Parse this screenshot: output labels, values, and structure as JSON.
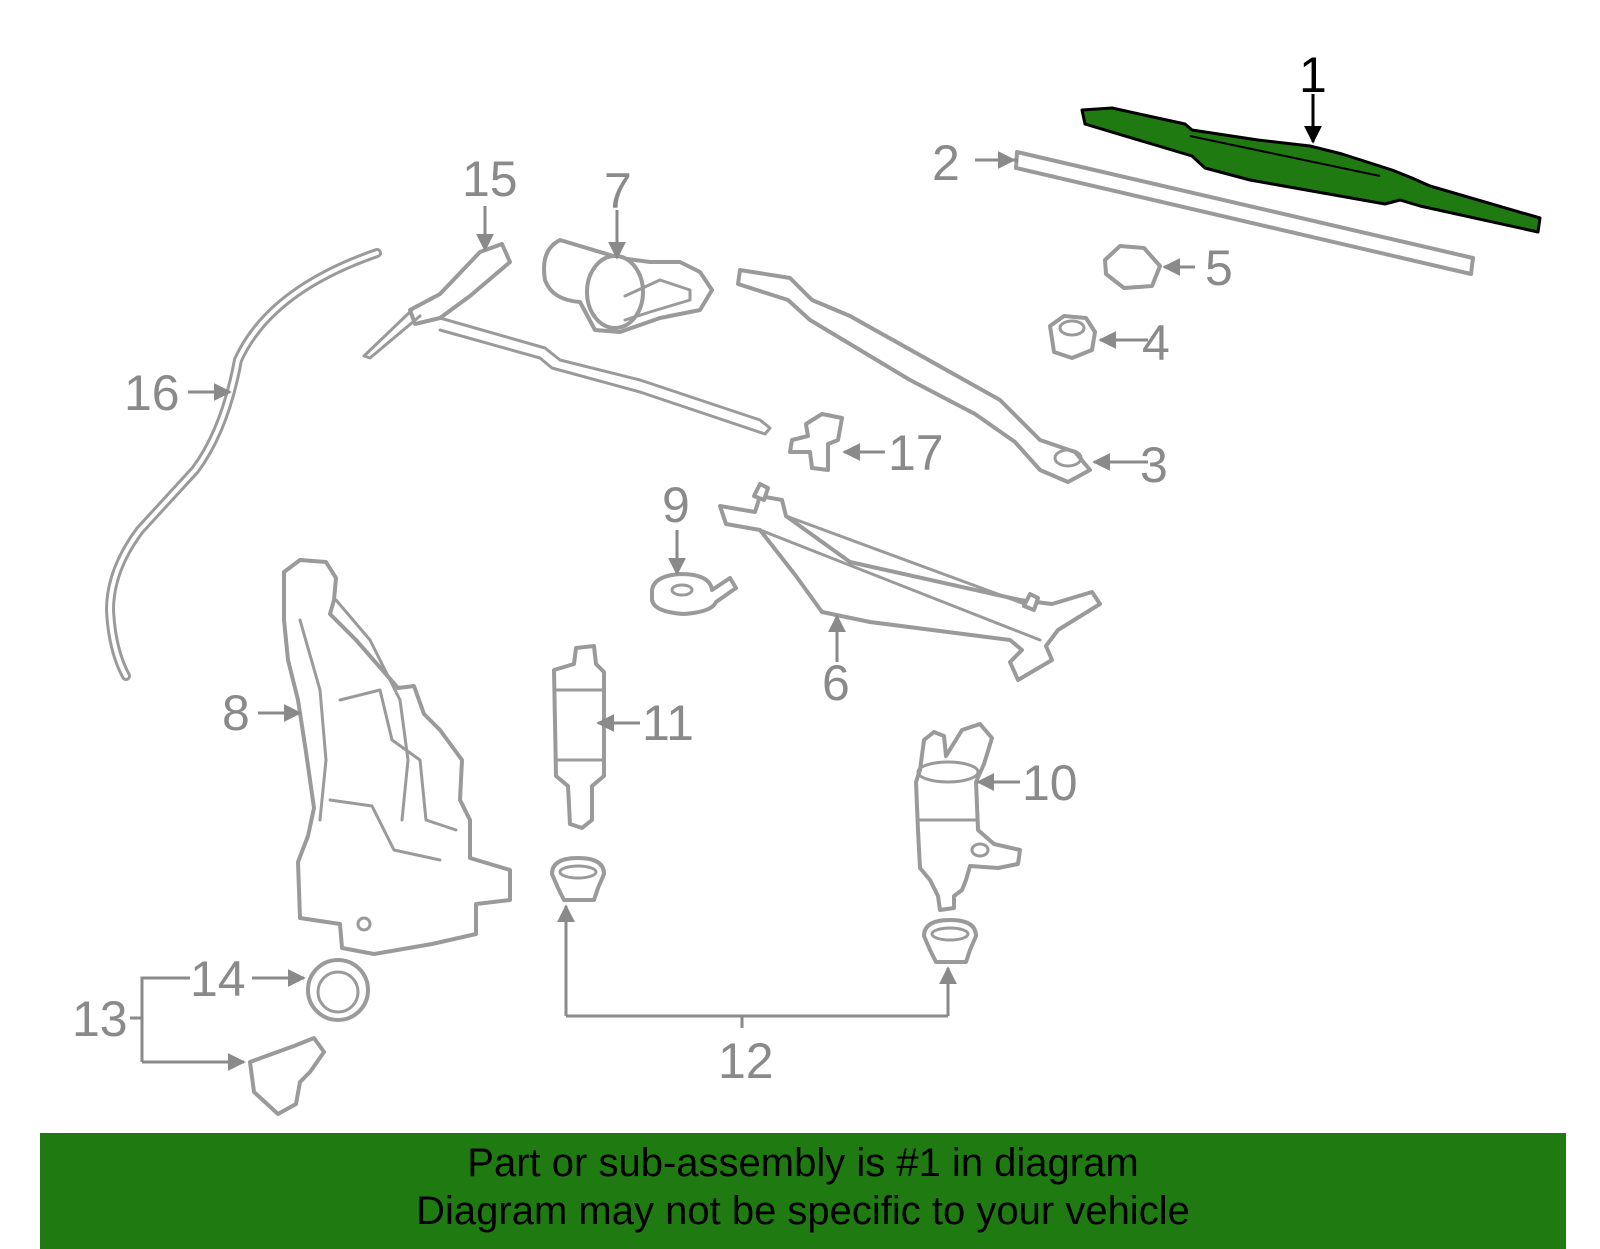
{
  "colors": {
    "highlight_fill": "#1f7a12",
    "banner": "#1f7a12",
    "line_gray": "#9a9a9a",
    "text_gray": "#8a8a8a",
    "highlight_text": "#000000"
  },
  "callouts": [
    "1",
    "2",
    "3",
    "4",
    "5",
    "6",
    "7",
    "8",
    "9",
    "10",
    "11",
    "12",
    "13",
    "14",
    "15",
    "16",
    "17"
  ],
  "highlighted_callout": "1",
  "banner": {
    "line1": "Part or sub-assembly is #1 in diagram",
    "line2": "Diagram may not be specific to your vehicle"
  }
}
